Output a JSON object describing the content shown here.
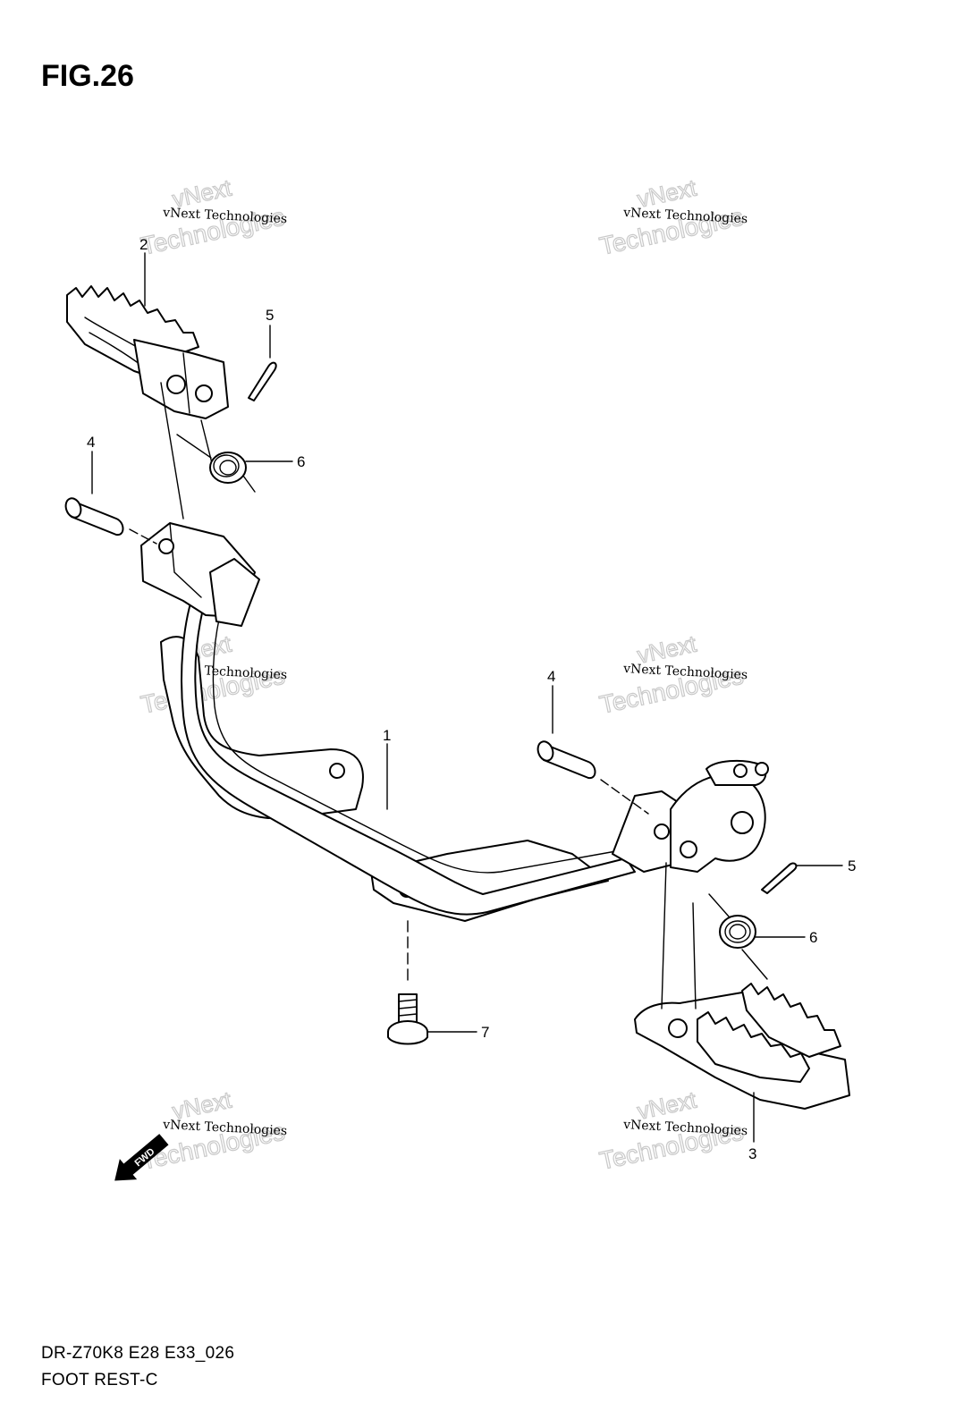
{
  "figure": {
    "title": "FIG.26"
  },
  "watermark": {
    "line1": "vNext Technologies",
    "line2": "vNext",
    "line3": "Technologies"
  },
  "callouts": [
    {
      "label": "1"
    },
    {
      "label": "2"
    },
    {
      "label": "3"
    },
    {
      "label": "4"
    },
    {
      "label": "4"
    },
    {
      "label": "5"
    },
    {
      "label": "5"
    },
    {
      "label": "6"
    },
    {
      "label": "6"
    },
    {
      "label": "7"
    }
  ],
  "fwd_badge": "FWD",
  "footer": {
    "code": "DR-Z70K8 E28 E33_026",
    "name": "FOOT REST-C"
  }
}
